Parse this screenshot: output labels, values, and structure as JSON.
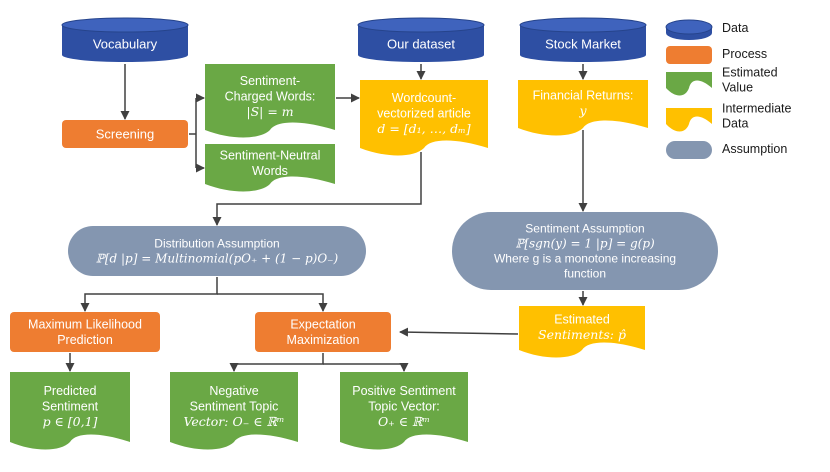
{
  "colors": {
    "data": "#2e4fa3",
    "data_top": "#3f63bd",
    "process": "#ee7d31",
    "estimated": "#6aa845",
    "intermediate": "#ffc000",
    "assumption": "#8496b0",
    "arrow": "#404040"
  },
  "nodes": {
    "vocabulary": {
      "lines": [
        "Vocabulary"
      ]
    },
    "our_dataset": {
      "lines": [
        "Our dataset"
      ]
    },
    "stock_market": {
      "lines": [
        "Stock Market"
      ]
    },
    "screening": {
      "lines": [
        "Screening"
      ]
    },
    "charged_words": {
      "lines": [
        "Sentiment-",
        "Charged Words:",
        "|S| = m"
      ]
    },
    "neutral_words": {
      "lines": [
        "Sentiment-Neutral",
        "Words"
      ]
    },
    "wordcount": {
      "lines": [
        "Wordcount-",
        "vectorized article",
        "d = [d₁, …, dₘ]"
      ]
    },
    "financial_returns": {
      "lines": [
        "Financial Returns:",
        "y"
      ]
    },
    "distribution_assumption": {
      "lines": [
        "Distribution Assumption",
        "ℙ[d |p] = Multinomial(pO₊ + (1 − p)O₋)"
      ]
    },
    "sentiment_assumption": {
      "lines": [
        "Sentiment Assumption",
        "ℙ[sgn(y) = 1 |p] = g(p)",
        "Where g is a monotone increasing",
        "function"
      ]
    },
    "mle": {
      "lines": [
        "Maximum Likelihood",
        "Prediction"
      ]
    },
    "em": {
      "lines": [
        "Expectation",
        "Maximization"
      ]
    },
    "estimated_sentiments": {
      "lines": [
        "Estimated",
        "Sentiments: p̂"
      ]
    },
    "predicted_sentiment": {
      "lines": [
        "Predicted",
        "Sentiment",
        "p ∈ [0,1]"
      ]
    },
    "negative_topic": {
      "lines": [
        "Negative",
        "Sentiment Topic",
        "Vector: O₋ ∈ ℝᵐ"
      ]
    },
    "positive_topic": {
      "lines": [
        "Positive Sentiment",
        "Topic Vector:",
        "O₊ ∈ ℝᵐ"
      ]
    }
  },
  "legend": [
    {
      "key": "data",
      "label": [
        "Data"
      ]
    },
    {
      "key": "process",
      "label": [
        "Process"
      ]
    },
    {
      "key": "estimated",
      "label": [
        "Estimated",
        "Value"
      ]
    },
    {
      "key": "intermediate",
      "label": [
        "Intermediate",
        "Data"
      ]
    },
    {
      "key": "assumption",
      "label": [
        "Assumption"
      ]
    }
  ]
}
